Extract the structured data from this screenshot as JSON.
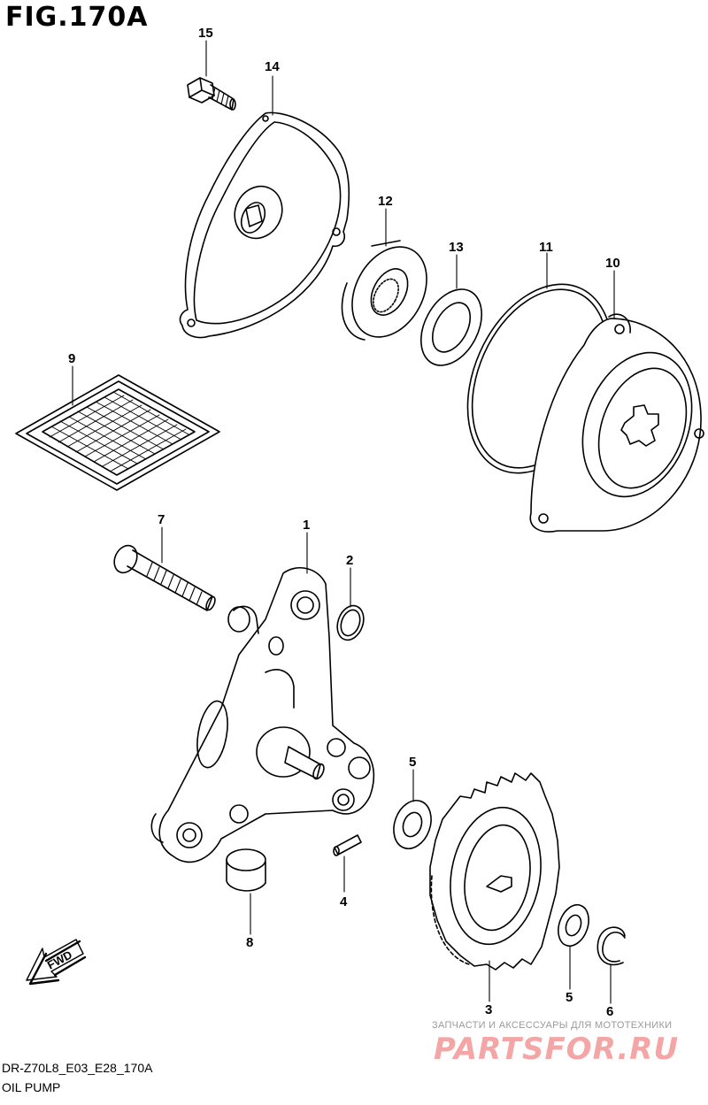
{
  "figure": {
    "title": "FIG.170A"
  },
  "callouts": [
    {
      "number": "1",
      "part": "oil-pump-assembly"
    },
    {
      "number": "2",
      "part": "o-ring"
    },
    {
      "number": "3",
      "part": "driven-gear"
    },
    {
      "number": "4",
      "part": "pin"
    },
    {
      "number": "5",
      "part": "washer"
    },
    {
      "number": "5",
      "part": "washer"
    },
    {
      "number": "6",
      "part": "circlip"
    },
    {
      "number": "7",
      "part": "bolt"
    },
    {
      "number": "8",
      "part": "dowel-pin"
    },
    {
      "number": "9",
      "part": "oil-strainer"
    },
    {
      "number": "10",
      "part": "oil-filter-cap"
    },
    {
      "number": "11",
      "part": "o-ring-large"
    },
    {
      "number": "12",
      "part": "oil-seal"
    },
    {
      "number": "13",
      "part": "washer-thin"
    },
    {
      "number": "14",
      "part": "cover"
    },
    {
      "number": "15",
      "part": "bolt-short"
    }
  ],
  "direction_indicator": "FWD",
  "footer": {
    "code": "DR-Z70L8_E03_E28_170A",
    "name": "OIL PUMP"
  },
  "watermark": {
    "tagline": "ЗАПЧАСТИ И АКСЕССУАРЫ ДЛЯ МОТОТЕХНИКИ",
    "logo": "PARTSFOR.RU"
  }
}
